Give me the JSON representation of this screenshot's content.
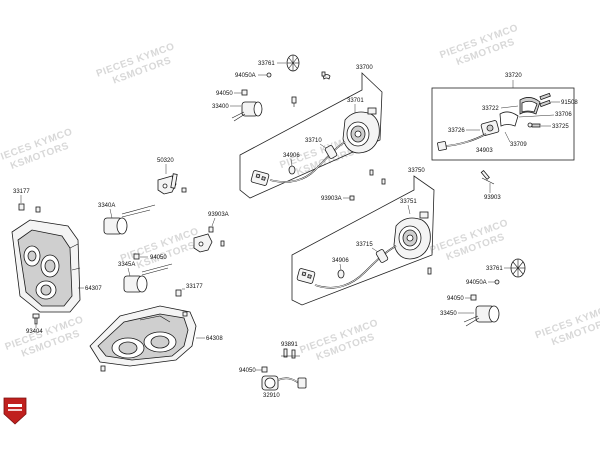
{
  "watermark": {
    "line1": "PIECES KYMCO",
    "line2": "KSMOTORS"
  },
  "labels": {
    "p33761_top": "33761",
    "p94050A_top": "94050A",
    "p94050_top": "94050",
    "p33400": "33400",
    "p33700": "33700",
    "p33701": "33701",
    "p33710": "33710",
    "p34906_top": "34906",
    "p50320": "50320",
    "p33177_left": "33177",
    "p3340A": "3340A",
    "p93903A": "93903A",
    "p94050_mid": "94050",
    "p3345A": "3345A",
    "p33177_mid": "33177",
    "p64307": "64307",
    "p93404": "93404",
    "p64308": "64308",
    "p93891": "93891",
    "p94050_bot": "94050",
    "p32910": "32910",
    "p33720": "33720",
    "p91508": "91508",
    "p33722": "33722",
    "p33706": "33706",
    "p33726": "33726",
    "p33725": "33725",
    "p33709": "33709",
    "p34903": "34903",
    "p93903": "93903",
    "p93903A_mid": "93903A",
    "p33750": "33750",
    "p33751": "33751",
    "p34906_mid": "34906",
    "p33715": "33715",
    "p33761_right": "33761",
    "p94050A_right": "94050A",
    "p94050_right": "94050",
    "p33450": "33450"
  },
  "colors": {
    "line": "#1a1a1a",
    "watermark": "#d8d8d8",
    "logo_red": "#c0201e"
  },
  "logo": {
    "icon": "kymco-ksmotors-shield-logo"
  }
}
